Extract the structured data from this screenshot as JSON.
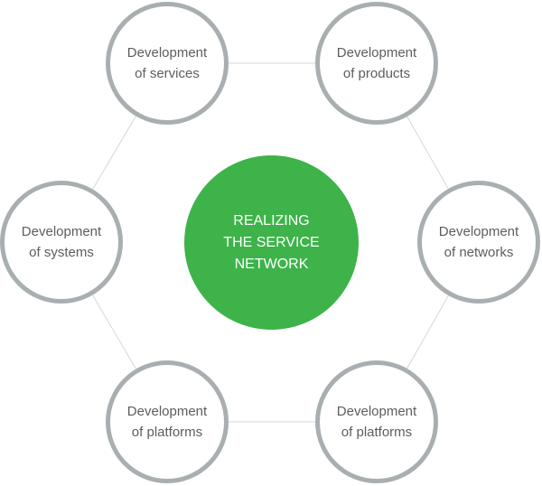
{
  "center": {
    "lines": [
      "REALIZING",
      "THE SERVICE",
      "NETWORK"
    ]
  },
  "nodes": [
    {
      "line1": "Development",
      "line2": "of services"
    },
    {
      "line1": "Development",
      "line2": "of products"
    },
    {
      "line1": "Development",
      "line2": "of systems"
    },
    {
      "line1": "Development",
      "line2": "of networks"
    },
    {
      "line1": "Development",
      "line2": "of platforms"
    },
    {
      "line1": "Development",
      "line2": "of platforms"
    }
  ],
  "colors": {
    "accent": "#3db34a",
    "ring": "#a9afb1",
    "text": "#5d5d5d"
  }
}
